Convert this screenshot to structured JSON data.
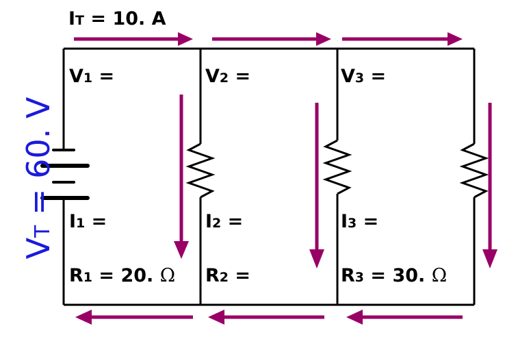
{
  "circuit": {
    "total_current": {
      "symbol": "I",
      "sub": "T",
      "text": " = 10. A"
    },
    "total_voltage": {
      "symbol": "V",
      "sub": "T",
      "text": " = 60. V"
    },
    "branches": [
      {
        "v_symbol": "V",
        "v_sub": "1",
        "v_text": " =",
        "i_symbol": "I",
        "i_sub": "1",
        "i_text": " =",
        "r_symbol": "R",
        "r_sub": "1",
        "r_text": " = 20. ",
        "r_unit": "Ω"
      },
      {
        "v_symbol": "V",
        "v_sub": "2",
        "v_text": " =",
        "i_symbol": "I",
        "i_sub": "2",
        "i_text": " =",
        "r_symbol": "R",
        "r_sub": "2",
        "r_text": " =",
        "r_unit": ""
      },
      {
        "v_symbol": "V",
        "v_sub": "3",
        "v_text": " =",
        "i_symbol": "I",
        "i_sub": "3",
        "i_text": " =",
        "r_symbol": "R",
        "r_sub": "3",
        "r_text": " = 30. ",
        "r_unit": "Ω"
      }
    ]
  },
  "colors": {
    "wire": "#000000",
    "arrow": "#990066",
    "voltage_label": "#1a1adb"
  }
}
